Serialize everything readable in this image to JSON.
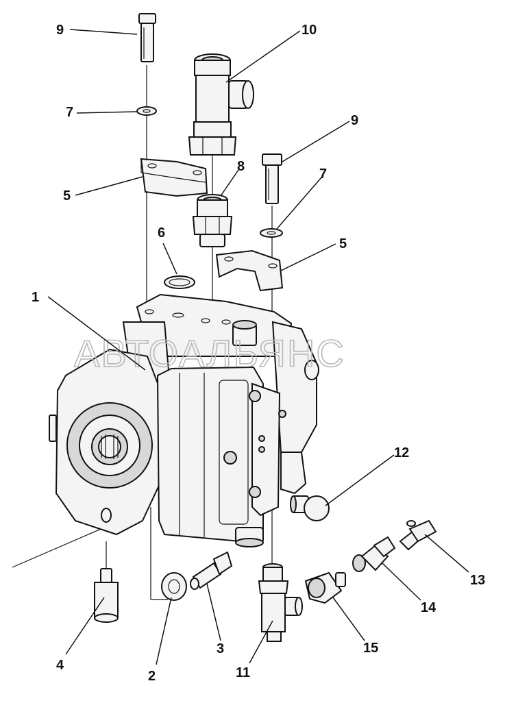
{
  "watermark": "АВТОАЛЬЯНС",
  "callouts": {
    "c1": "1",
    "c2": "2",
    "c3": "3",
    "c4": "4",
    "c5a": "5",
    "c5b": "5",
    "c6": "6",
    "c7a": "7",
    "c7b": "7",
    "c8": "8",
    "c9a": "9",
    "c9b": "9",
    "c10": "10",
    "c11": "11",
    "c12": "12",
    "c13": "13",
    "c14": "14",
    "c15": "15"
  }
}
